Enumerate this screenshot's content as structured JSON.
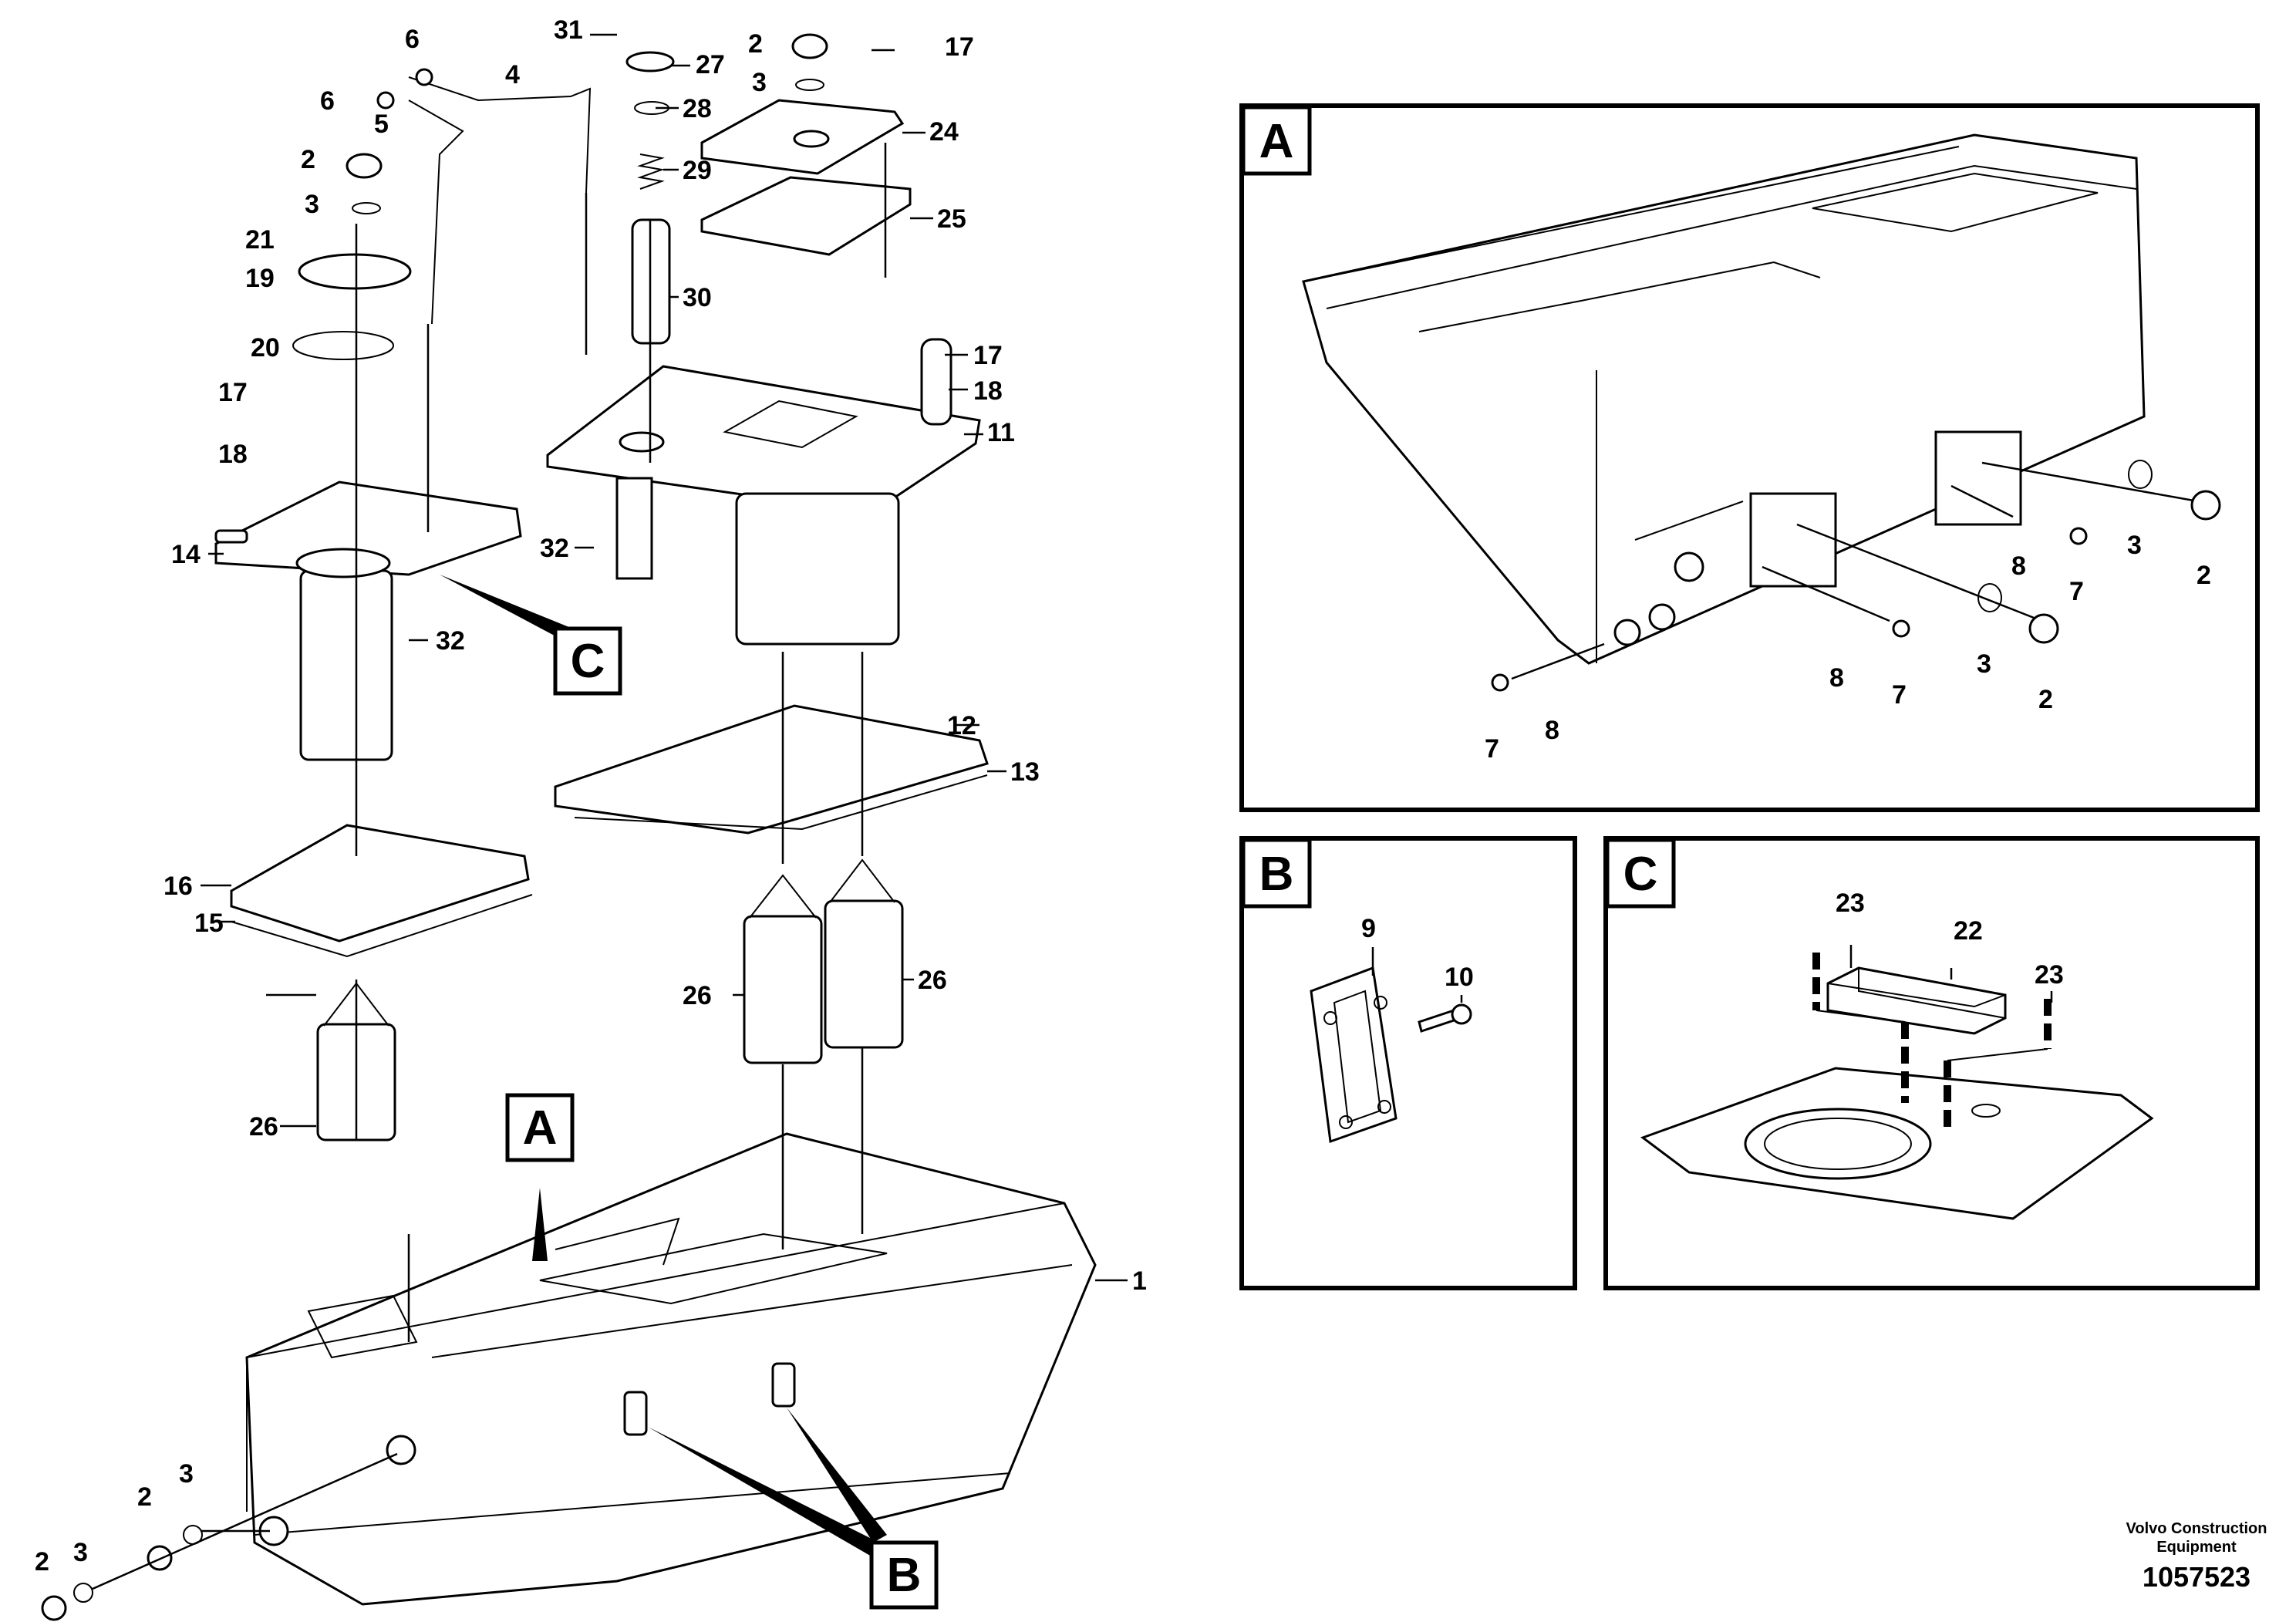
{
  "callouts": {
    "c1": "1",
    "c2a": "2",
    "c2b": "2",
    "c2c": "2",
    "c2d": "2",
    "c3a": "3",
    "c3b": "3",
    "c3c": "3",
    "c3d": "3",
    "c4": "4",
    "c5": "5",
    "c6a": "6",
    "c6b": "6",
    "c11": "11",
    "c12": "12",
    "c13": "13",
    "c14": "14",
    "c15": "15",
    "c16": "16",
    "c17a": "17",
    "c17b": "17",
    "c17c": "17",
    "c18a": "18",
    "c18b": "18",
    "c19": "19",
    "c20": "20",
    "c21": "21",
    "c24": "24",
    "c25": "25",
    "c26a": "26",
    "c26b": "26",
    "c26c": "26",
    "c27": "27",
    "c28": "28",
    "c29": "29",
    "c30": "30",
    "c31": "31",
    "c32a": "32",
    "c32b": "32"
  },
  "detail_markers": {
    "a": "A",
    "b": "B",
    "c": "C"
  },
  "detail_a": {
    "label": "A",
    "callouts": {
      "c7a": "7",
      "c7b": "7",
      "c7c": "7",
      "c8a": "8",
      "c8b": "8",
      "c8c": "8",
      "c3a": "3",
      "c3b": "3",
      "c2a": "2",
      "c2b": "2"
    }
  },
  "detail_b": {
    "label": "B",
    "callouts": {
      "c9": "9",
      "c10": "10"
    }
  },
  "detail_c": {
    "label": "C",
    "callouts": {
      "c22": "22",
      "c23a": "23",
      "c23b": "23"
    }
  },
  "footer": {
    "company_line1": "Volvo Construction",
    "company_line2": "Equipment",
    "drawing_number": "1057523"
  }
}
